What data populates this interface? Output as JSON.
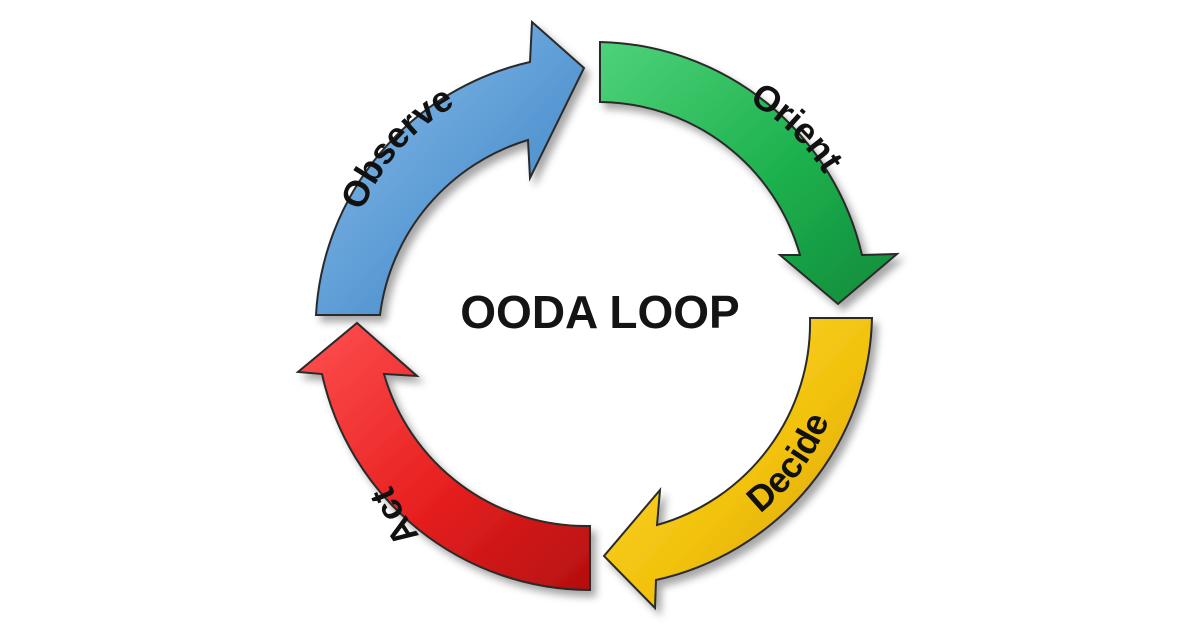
{
  "diagram": {
    "title": "OODA LOOP",
    "stages": [
      {
        "id": "observe",
        "label": "Observe",
        "color": "#5b9bd5",
        "light": "#8ec0ea",
        "dark": "#3f7fbf"
      },
      {
        "id": "orient",
        "label": "Orient",
        "color": "#1db14e",
        "light": "#4fd27a",
        "dark": "#138a3a"
      },
      {
        "id": "decide",
        "label": "Decide",
        "color": "#f2c20c",
        "light": "#ffdc45",
        "dark": "#d19c00"
      },
      {
        "id": "act",
        "label": "Act",
        "color": "#e82020",
        "light": "#ff5050",
        "dark": "#b50f0f"
      }
    ]
  }
}
